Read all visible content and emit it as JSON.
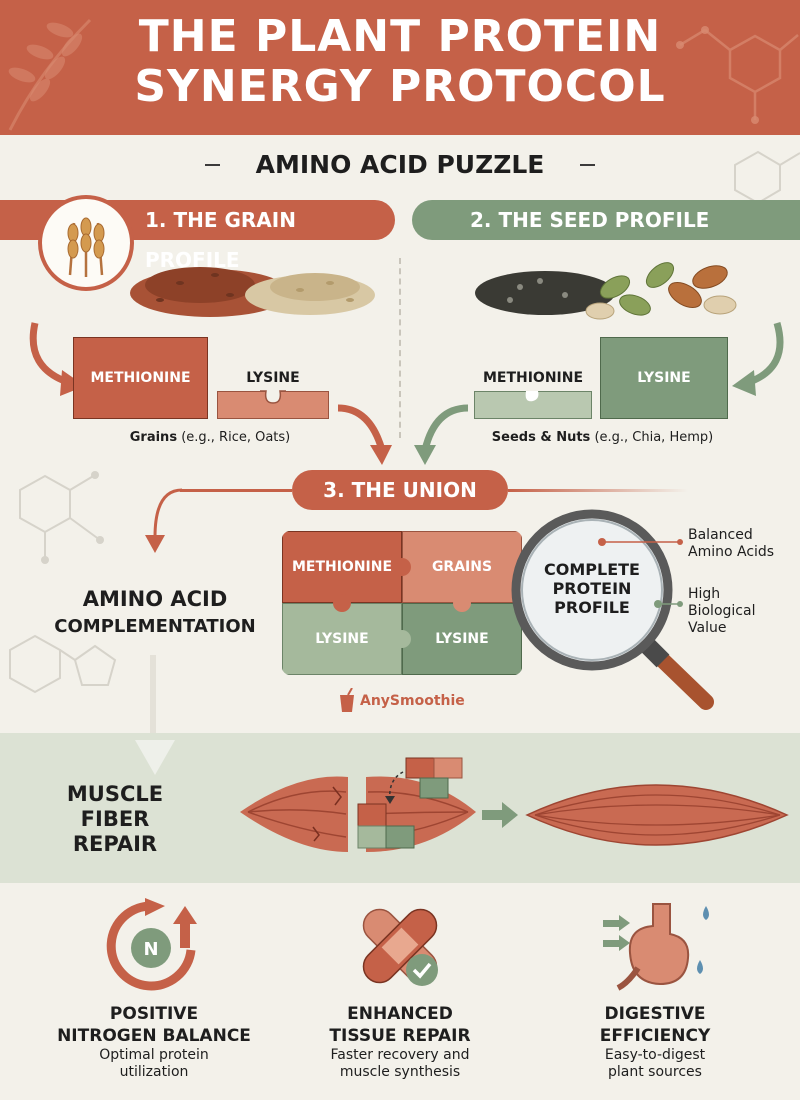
{
  "header": {
    "title_line1": "THE PLANT PROTEIN",
    "title_line2": "SYNERGY PROTOCOL"
  },
  "puzzle": {
    "section_title": "AMINO ACID PUZZLE",
    "grain": {
      "banner": "1. THE GRAIN PROFILE",
      "methionine": "METHIONINE",
      "lysine": "LYSINE",
      "caption_bold": "Grains",
      "caption_rest": "(e.g., Rice, Oats)"
    },
    "seed": {
      "banner": "2. THE SEED PROFILE",
      "methionine": "METHIONINE",
      "lysine": "LYSINE",
      "caption_bold": "Seeds & Nuts",
      "caption_rest": "(e.g., Chia, Hemp)"
    }
  },
  "union": {
    "pill": "3. THE UNION",
    "complementation_line1": "AMINO ACID",
    "complementation_line2": "COMPLEMENTATION",
    "pieces": [
      "METHIONINE",
      "GRAINS",
      "LYSINE",
      "LYSINE"
    ],
    "magnifier_line1": "COMPLETE",
    "magnifier_line2": "PROTEIN",
    "magnifier_line3": "PROFILE",
    "callout1_line1": "Balanced",
    "callout1_line2": "Amino Acids",
    "callout2_line1": "High",
    "callout2_line2": "Biological",
    "callout2_line3": "Value",
    "brand": "AnySmoothie"
  },
  "muscle": {
    "line1": "MUSCLE",
    "line2": "FIBER",
    "line3": "REPAIR"
  },
  "benefits": [
    {
      "icon": "nitrogen-cycle-icon",
      "title1": "POSITIVE",
      "title2": "NITROGEN BALANCE",
      "desc1": "Optimal protein",
      "desc2": "utilization"
    },
    {
      "icon": "bandage-icon",
      "title1": "ENHANCED",
      "title2": "TISSUE REPAIR",
      "desc1": "Faster recovery and",
      "desc2": "muscle synthesis"
    },
    {
      "icon": "stomach-icon",
      "title1": "DIGESTIVE",
      "title2": "EFFICIENCY",
      "desc1": "Easy-to-digest",
      "desc2": "plant sources"
    }
  ],
  "colors": {
    "terracotta": "#c56148",
    "sage": "#7f9b7c",
    "light_terracotta": "#d98b72",
    "light_sage": "#b9c8b0",
    "background": "#f3f1ea"
  }
}
